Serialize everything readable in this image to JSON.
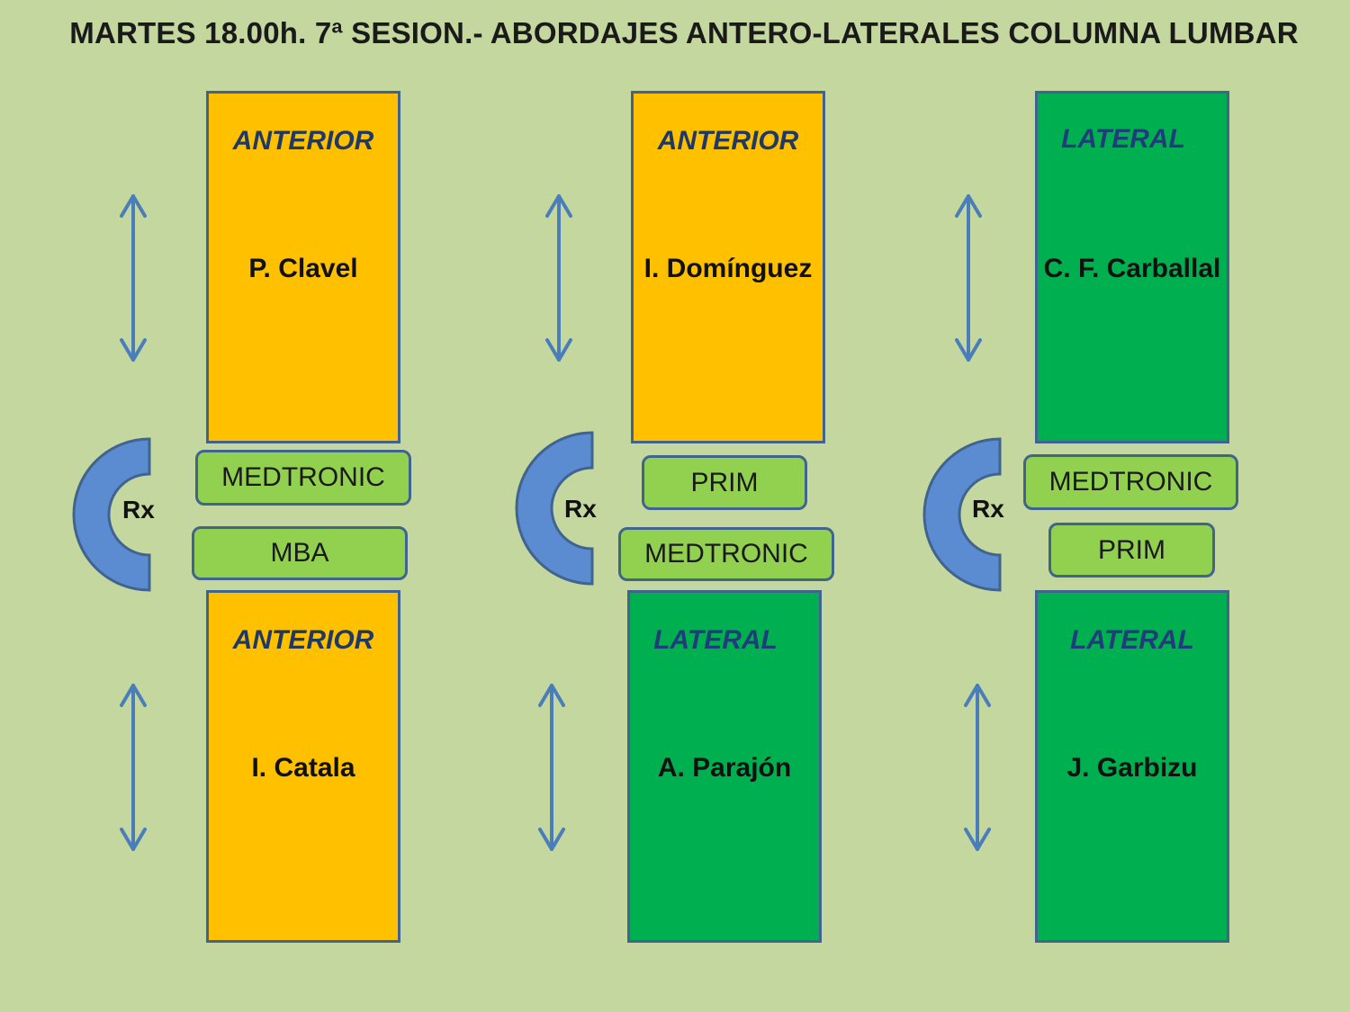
{
  "title": "MARTES 18.00h. 7ª SESION.- ABORDAJES ANTERO-LATERALES COLUMNA LUMBAR",
  "rx_label": "Rx",
  "columns": [
    {
      "top": {
        "approach": "ANTERIOR",
        "surgeon": "P. Clavel"
      },
      "bottom": {
        "approach": "ANTERIOR",
        "surgeon": "I. Catala"
      },
      "sponsors": [
        "MEDTRONIC",
        "MBA"
      ]
    },
    {
      "top": {
        "approach": "ANTERIOR",
        "surgeon": "I. Domínguez"
      },
      "bottom": {
        "approach": "LATERAL",
        "surgeon": "A. Parajón"
      },
      "sponsors": [
        "PRIM",
        "MEDTRONIC"
      ]
    },
    {
      "top": {
        "approach": "LATERAL",
        "surgeon": "C. F. Carballal"
      },
      "bottom": {
        "approach": "LATERAL",
        "surgeon": "J. Garbizu"
      },
      "sponsors": [
        "MEDTRONIC",
        "PRIM"
      ]
    }
  ],
  "colors": {
    "background": "#c4d79e",
    "anterior": "#ffc000",
    "lateral": "#00b050",
    "sponsor": "#92d050",
    "arrow": "#4a7ebb",
    "c_arm": "#5b8bd0",
    "border": "#41648f"
  },
  "icons": [
    "double-arrow-icon",
    "c-arm-icon"
  ]
}
